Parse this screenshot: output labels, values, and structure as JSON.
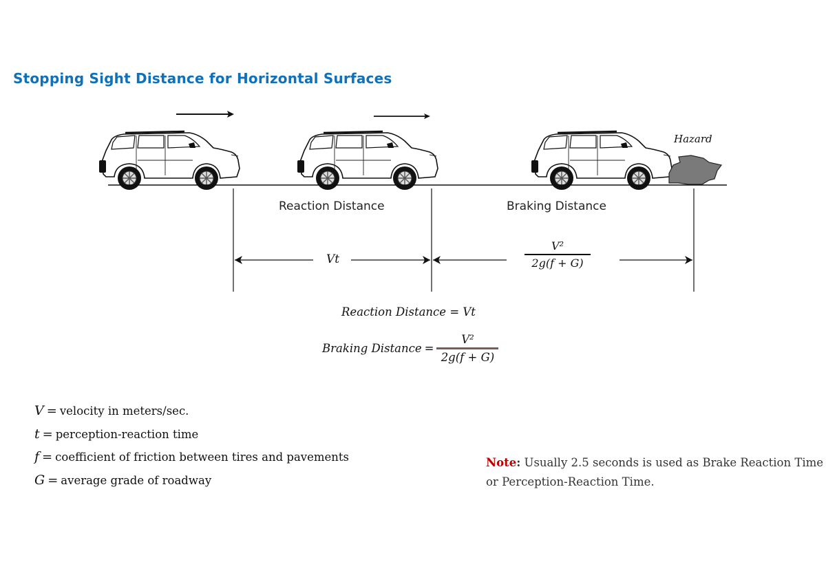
{
  "title": "Stopping Sight Distance for Horizontal Surfaces",
  "colors": {
    "title": "#1070b8",
    "note_label": "#c00000",
    "hazard_fill": "#7a7a7a",
    "fraction_bar": "#7a5c54"
  },
  "diagram": {
    "icons": [
      "direction-arrow-icon",
      "suv-car-icon",
      "hazard-rock-icon"
    ],
    "hazard_label": "Hazard",
    "reaction_label": "Reaction Distance",
    "braking_label": "Braking Distance",
    "reaction_formula": "Vt",
    "braking_formula": {
      "numerator": "V²",
      "denominator": "2g(f + G)"
    }
  },
  "formulas": {
    "reaction": {
      "lhs": "Reaction Distance",
      "eq": "=",
      "rhs": "Vt"
    },
    "braking": {
      "lhs": "Braking Distance",
      "eq": "=",
      "numerator": "V²",
      "denominator": "2g(f + G)"
    }
  },
  "legend": [
    {
      "symbol": "V",
      "eq": "=",
      "text": "velocity in meters/sec."
    },
    {
      "symbol": "t",
      "eq": "=",
      "text": "perception-reaction time"
    },
    {
      "symbol": "f",
      "eq": "=",
      "text": "coefficient of friction between tires and pavements"
    },
    {
      "symbol": "G",
      "eq": "=",
      "text": "average grade of roadway"
    }
  ],
  "note": {
    "label": "Note",
    "colon": ":",
    "line1": " Usually 2.5 seconds is used as Brake Reaction Time",
    "line2": "or Perception-Reaction Time."
  }
}
